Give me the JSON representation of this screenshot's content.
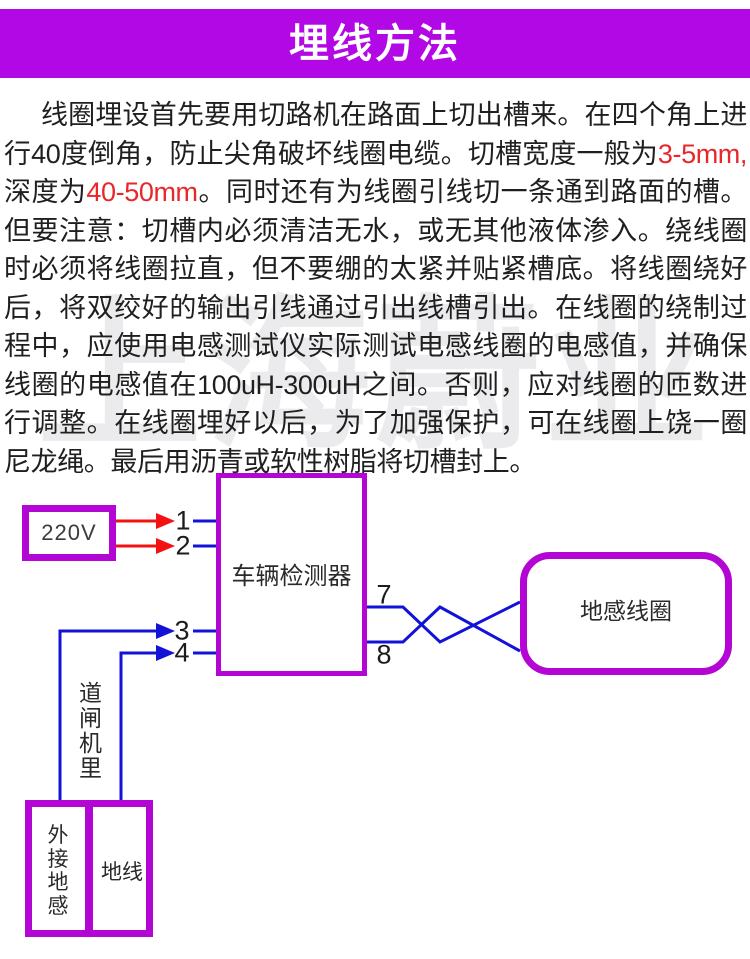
{
  "banner": {
    "title": "埋线方法"
  },
  "colors": {
    "banner_bg": "#b208e6",
    "box_border": "#b306d4",
    "wire_blue": "#1313d8",
    "wire_red": "#f31111",
    "text_red": "#e8272b",
    "body_text": "#1f1f1f",
    "label_text": "#2a2a2a",
    "watermark": "#8a8a92"
  },
  "watermark": {
    "text": "上海蔚业"
  },
  "paragraph": {
    "segments": [
      {
        "text": "线圈埋设首先要用切路机在路面上切出槽来。在四个角上进行40度倒角，防止尖角破坏线圈电缆。切槽宽度一般为",
        "red": false
      },
      {
        "text": "3-5mm,",
        "red": true
      },
      {
        "text": "深度为",
        "red": false
      },
      {
        "text": "40-50mm",
        "red": true
      },
      {
        "text": "。同时还有为线圈引线切一条通到路面的槽。但要注意：切槽内必须清洁无水，或无其他液体渗入。绕线圈时必须将线圈拉直，但不要绷的太紧并贴紧槽底。将线圈绕好后，将双绞好的输出引线通过引出线槽引出。在线圈的绕制过程中，应使用电感测试仪实际测试电感线圈的电感值，并确保线圈的电感值在100uH-300uH之间。否则，应对线圈的匝数进行调整。在线圈埋好以后，为了加强保护，可在线圈上饶一圈尼龙绳。最后用沥青或软性树脂将切槽封上。",
        "red": false
      }
    ]
  },
  "diagram": {
    "power_label": "220V",
    "detector_label": "车辆检测器",
    "coil_label": "地感线圈",
    "gate_label": "道闸机里",
    "ground_sense_label": "外接地感",
    "ground_wire_label": "地线",
    "terminals": {
      "t1": "1",
      "t2": "2",
      "t3": "3",
      "t4": "4",
      "t7": "7",
      "t8": "8"
    }
  }
}
